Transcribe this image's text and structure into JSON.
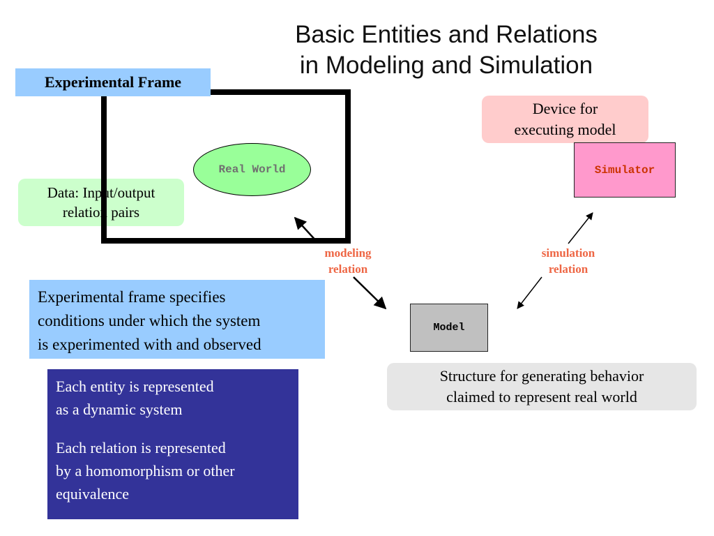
{
  "title": {
    "line1": "Basic Entities and Relations",
    "line2": "in Modeling and Simulation"
  },
  "experimental_frame": {
    "label": "Experimental Frame",
    "description_lines": [
      "Experimental frame specifies",
      "conditions under which the system",
      "is experimented with and observed"
    ]
  },
  "real_world": {
    "label": "Real World"
  },
  "data_note": {
    "lines": [
      "Data: Input/output",
      "relation pairs"
    ]
  },
  "simulator": {
    "label": "Simulator",
    "note_lines": [
      "Device for",
      "executing model"
    ]
  },
  "model": {
    "label": "Model",
    "note_lines": [
      "Structure for generating behavior",
      "claimed to represent real world"
    ]
  },
  "relations": {
    "modeling": [
      "modeling",
      "relation"
    ],
    "simulation": [
      "simulation",
      "relation"
    ]
  },
  "summary": {
    "entity_lines": [
      "Each entity is represented",
      "as a dynamic system"
    ],
    "relation_lines": [
      "Each relation is represented",
      "by a homomorphism or other",
      "equivalence"
    ]
  },
  "colors": {
    "frame_label_bg": "#99ccff",
    "real_world_fill": "#99ff99",
    "data_note_bg": "#ccffcc",
    "device_note_bg": "#ffcccc",
    "simulator_fill": "#ff99cc",
    "simulator_text": "#cc3300",
    "model_fill": "#c0c0c0",
    "relation_label": "#ee6644",
    "structure_note_bg": "#e6e6e6",
    "summary_bg": "#333399"
  }
}
